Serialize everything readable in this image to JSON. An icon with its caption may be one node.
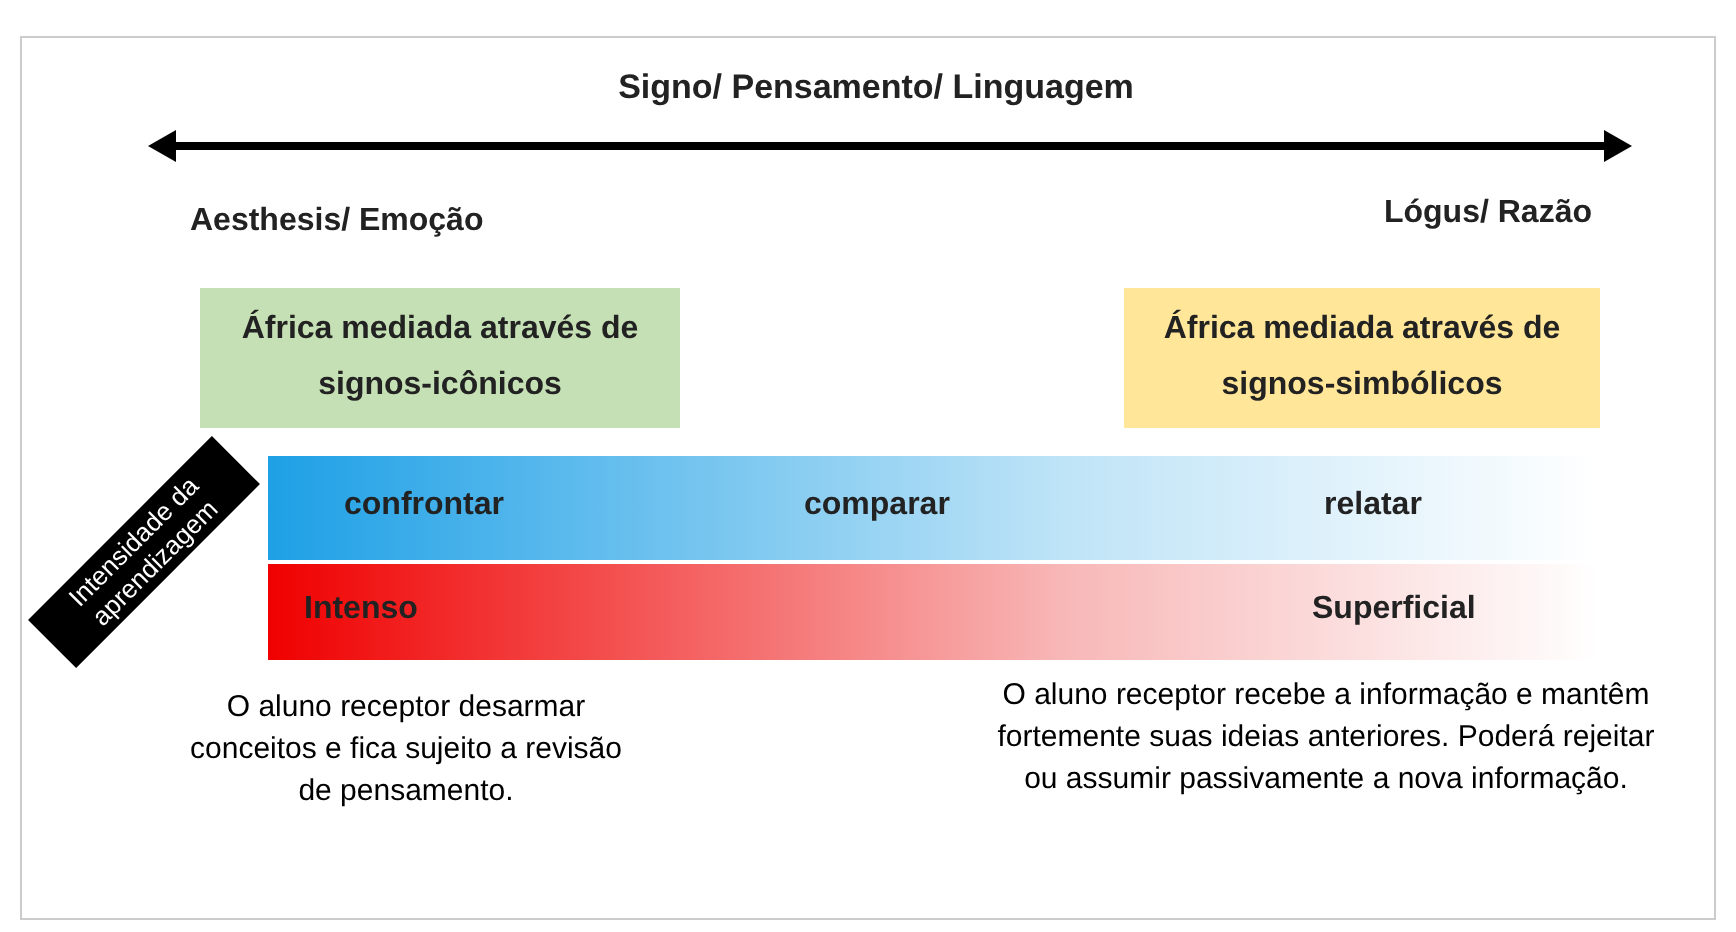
{
  "diagram": {
    "title": "Signo/ Pensamento/ Linguagem",
    "nodes": [
      {
        "text": [
          "África mediada através de signos-icônicos"
        ]
      },
      {
        "text": [
          "África mediada através de signos-simbólicos"
        ]
      },
      {
        "text": [
          "confrontar",
          "comparar",
          "relatar"
        ]
      },
      {
        "text": [
          "Intenso",
          "Superficial"
        ]
      },
      {
        "text": [
          "Intensidade da aprendizagem"
        ]
      }
    ],
    "labels": [
      "Aesthesis/ Emoção",
      "Lógus/ Razão",
      "O aluno receptor desarmar conceitos e fica sujeito a revisão de pensamento.",
      "O aluno receptor recebe a informação e mantêm fortemente suas ideias anteriores. Poderá rejeitar ou assumir passivamente a nova informação."
    ]
  }
}
